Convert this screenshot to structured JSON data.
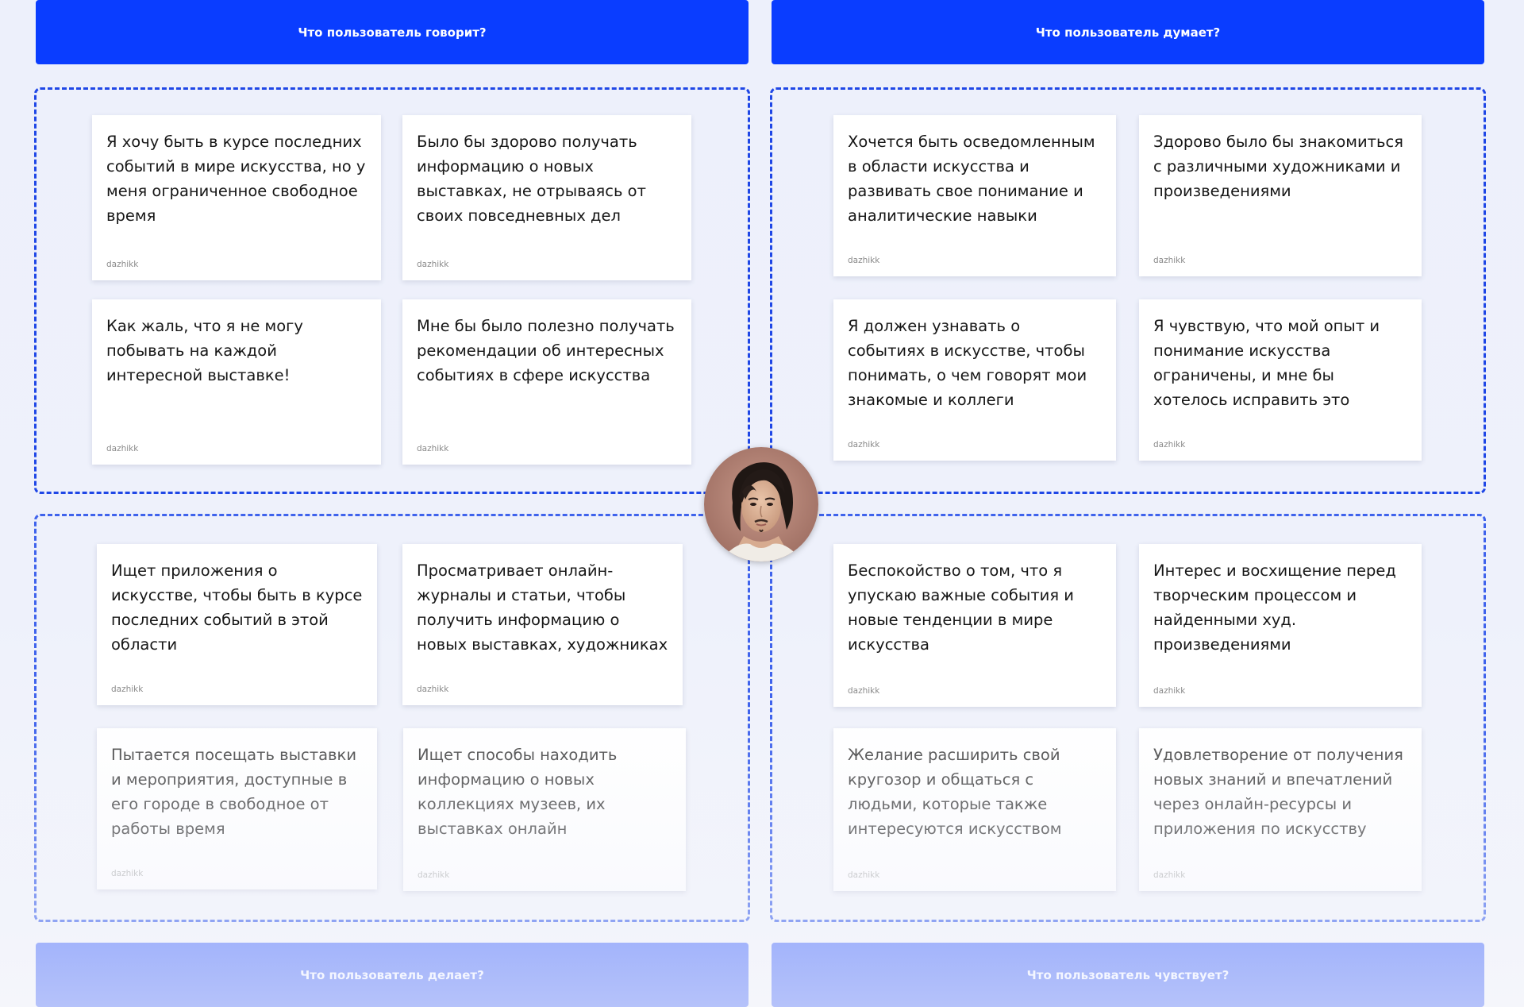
{
  "headers": {
    "says": "Что пользователь говорит?",
    "thinks": "Что пользователь думает?",
    "does": "Что пользователь делает?",
    "feels": "Что пользователь чувствует?"
  },
  "quadrants": {
    "says": {
      "cards": [
        {
          "text": "Я хочу быть в курсе последних событий в мире искусства, но у меня ограниченное свободное время",
          "author": "dazhikk"
        },
        {
          "text": "Было бы здорово получать информацию о новых выставках, не отрываясь от своих повседневных дел",
          "author": "dazhikk"
        },
        {
          "text": "Как жаль, что я не могу побывать на каждой интересной выставке!",
          "author": "dazhikk"
        },
        {
          "text": "Мне бы было полезно получать рекомендации об интересных событиях в сфере искусства",
          "author": "dazhikk"
        }
      ]
    },
    "thinks": {
      "cards": [
        {
          "text": "Хочется быть осведомленным в области искусства и развивать свое понимание и аналитические навыки",
          "author": "dazhikk"
        },
        {
          "text": "Здорово было бы знакомиться с различными художниками и произведениями",
          "author": "dazhikk"
        },
        {
          "text": "Я должен узнавать о событиях в искусстве, чтобы понимать, о чем говорят мои знакомые и коллеги",
          "author": "dazhikk"
        },
        {
          "text": "Я чувствую, что мой опыт и понимание искусства ограничены, и мне бы хотелось исправить это",
          "author": "dazhikk"
        }
      ]
    },
    "does": {
      "cards": [
        {
          "text": "Ищет приложения о искусстве, чтобы быть в курсе последних событий в этой области",
          "author": "dazhikk"
        },
        {
          "text": "Просматривает онлайн-журналы и статьи, чтобы получить информацию о новых выставках, художниках",
          "author": "dazhikk"
        },
        {
          "text": "Пытается посещать выставки и мероприятия, доступные в его городе в свободное от работы время",
          "author": "dazhikk"
        },
        {
          "text": "Ищет способы находить информацию о новых коллекциях музеев, их выставках онлайн",
          "author": "dazhikk"
        }
      ]
    },
    "feels": {
      "cards": [
        {
          "text": "Беспокойство о том, что я упускаю важные события и новые тенденции в мире искусства",
          "author": "dazhikk"
        },
        {
          "text": "Интерес и восхищение перед творческим процессом и найденными худ. произведениями",
          "author": "dazhikk"
        },
        {
          "text": "Желание расширить свой кругозор и общаться с людьми, которые также интересуются искусством",
          "author": "dazhikk"
        },
        {
          "text": "Удовлетворение от получения новых знаний и впечатлений через онлайн-ресурсы и приложения по искусству",
          "author": "dazhikk"
        }
      ]
    }
  },
  "colors": {
    "accent": "#0a3dff",
    "dashed_border": "#1f47e6",
    "background": "#edf0fb"
  }
}
